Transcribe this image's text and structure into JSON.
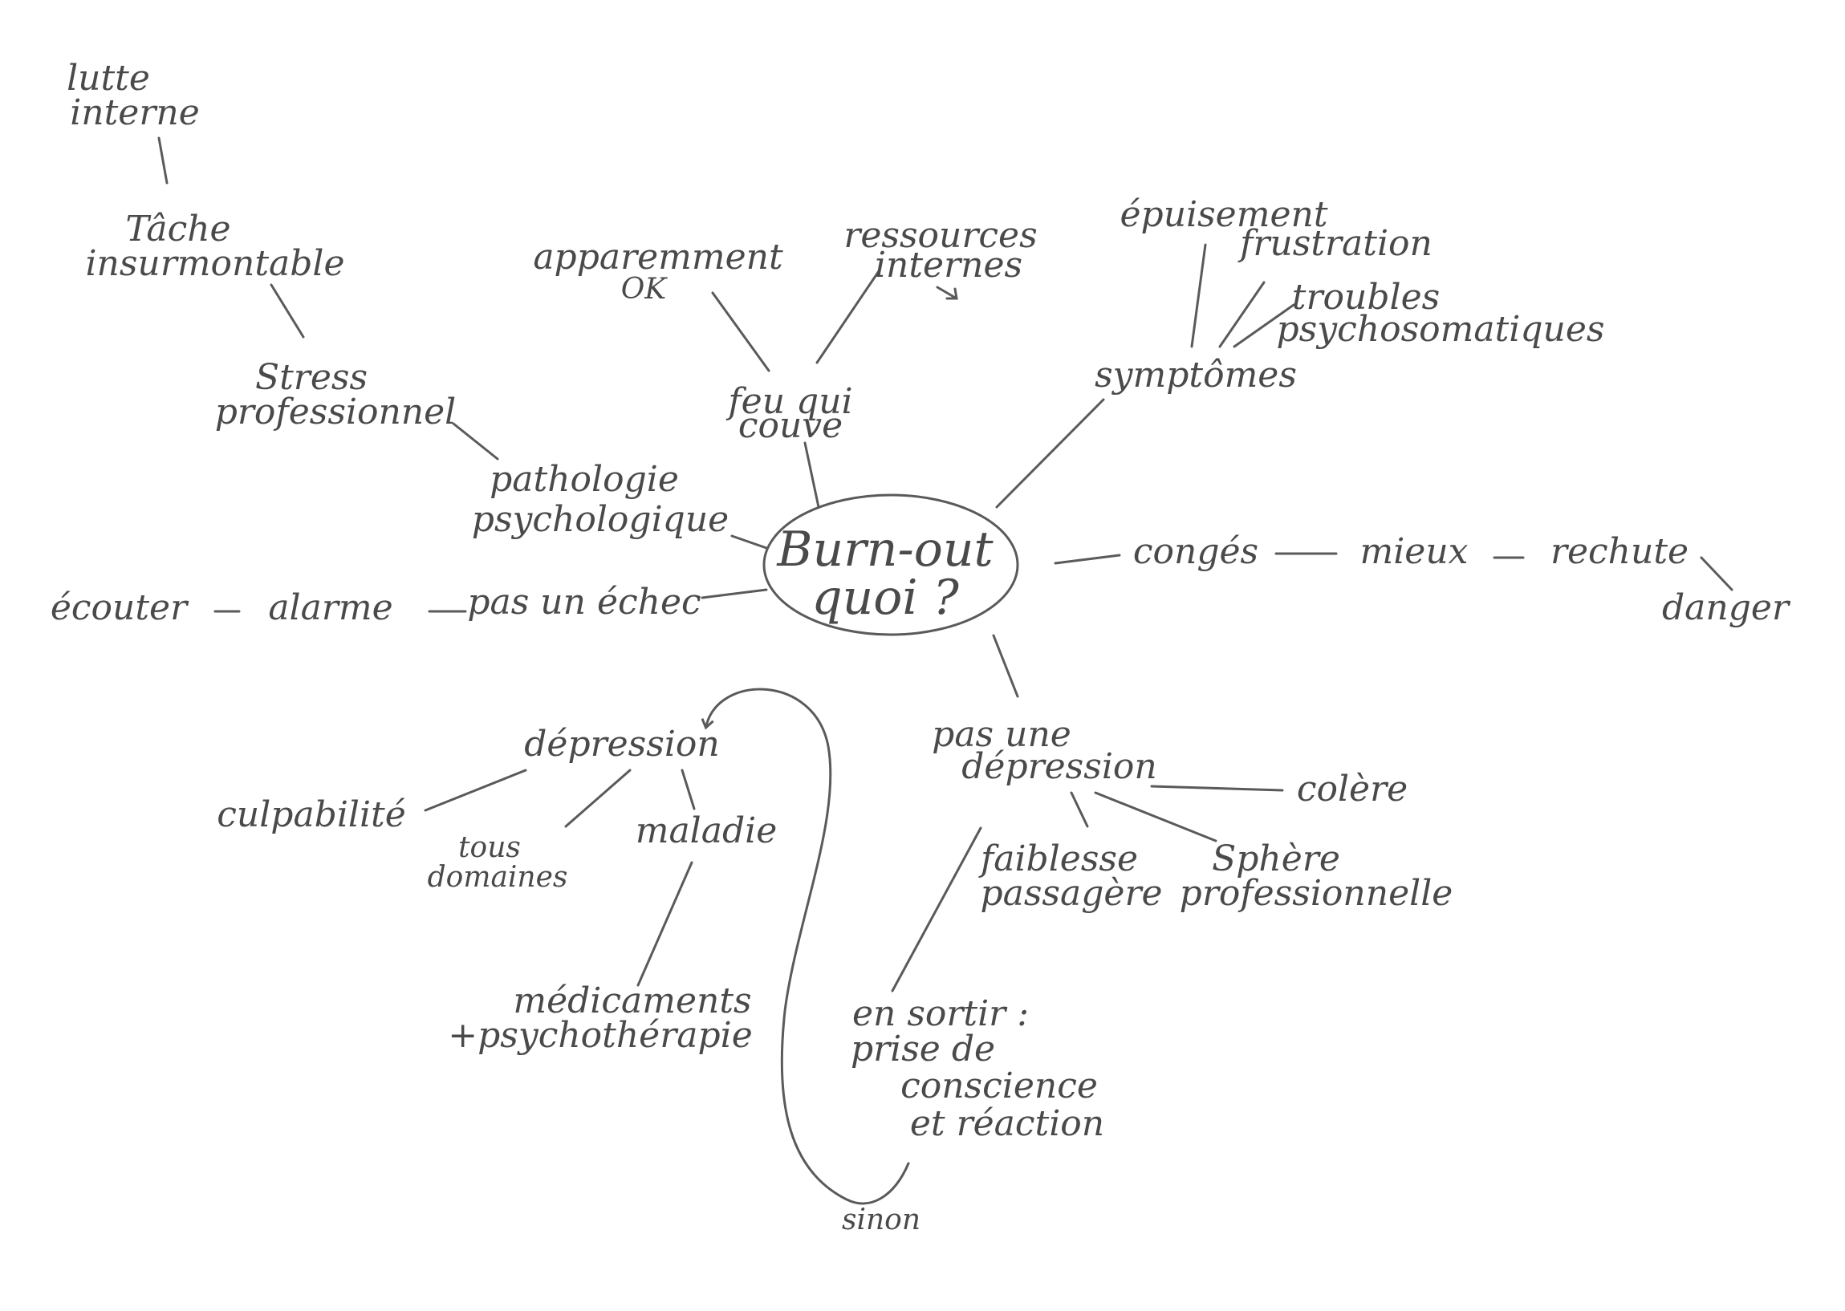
{
  "center": {
    "line1": "Burn-out",
    "line2": "quoi ?"
  },
  "nodes": {
    "lutte_interne": {
      "line1": "lutte",
      "line2": "interne"
    },
    "tache_insurmontable": {
      "line1": "Tâche",
      "line2": "insurmontable"
    },
    "stress_professionnel": {
      "line1": "Stress",
      "line2": "professionnel"
    },
    "pathologie_psychologique": {
      "line1": "pathologie",
      "line2": "psychologique"
    },
    "apparemment_ok": {
      "line1": "apparemment",
      "line2": "OK"
    },
    "ressources_internes": {
      "line1": "ressources",
      "line2": "internes"
    },
    "feu_qui_couve": {
      "line1": "feu qui",
      "line2": "couve"
    },
    "epuisement": {
      "line1": "épuisement"
    },
    "frustration": {
      "line1": "frustration"
    },
    "troubles_psychosomatiques": {
      "line1": "troubles",
      "line2": "psychosomatiques"
    },
    "symptomes": {
      "line1": "symptômes"
    },
    "ecouter": {
      "line1": "écouter"
    },
    "alarme": {
      "line1": "alarme"
    },
    "pas_un_echec": {
      "line1": "pas un échec"
    },
    "conges": {
      "line1": "congés"
    },
    "mieux": {
      "line1": "mieux"
    },
    "rechute": {
      "line1": "rechute"
    },
    "danger": {
      "line1": "danger"
    },
    "depression": {
      "line1": "dépression"
    },
    "culpabilite": {
      "line1": "culpabilité"
    },
    "tous_domaines": {
      "line1": "tous",
      "line2": "domaines"
    },
    "maladie": {
      "line1": "maladie"
    },
    "medicaments": {
      "line1": "médicaments",
      "line2": "+psychothérapie"
    },
    "pas_une_depression": {
      "line1": "pas une",
      "line2": "dépression"
    },
    "colere": {
      "line1": "colère"
    },
    "faiblesse_passagere": {
      "line1": "faiblesse",
      "line2": "passagère"
    },
    "sphere_professionnelle": {
      "line1": "Sphère",
      "line2": "professionnelle"
    },
    "en_sortir": {
      "line1": "en sortir :",
      "line2": "prise de",
      "line3": "conscience",
      "line4": "et réaction"
    },
    "sinon": {
      "line1": "sinon"
    }
  },
  "colors": {
    "pencil": "#4a4a4a",
    "paper": "#ffffff"
  }
}
